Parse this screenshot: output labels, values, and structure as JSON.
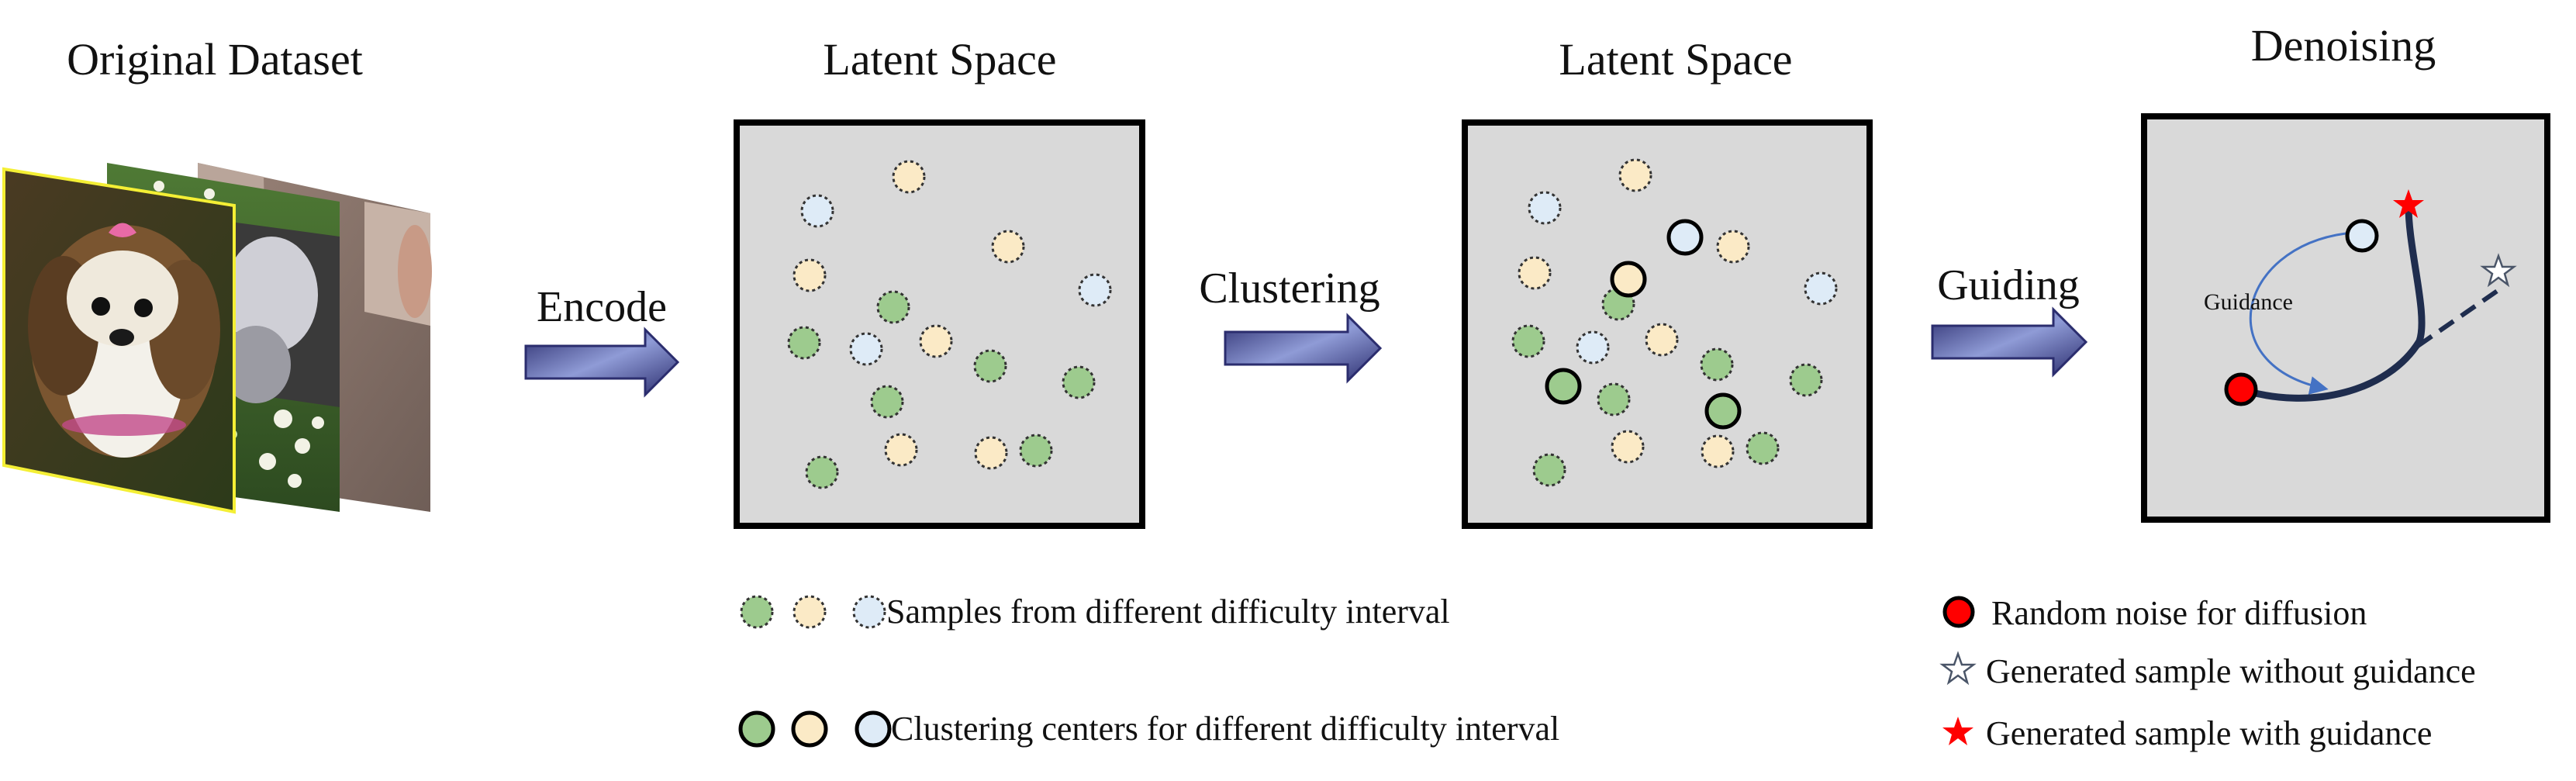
{
  "titles": {
    "original_dataset": "Original Dataset",
    "latent_space_1": "Latent Space",
    "latent_space_2": "Latent Space",
    "denoising": "Denoising"
  },
  "arrows": {
    "encode": "Encode",
    "clustering": "Clustering",
    "guiding": "Guiding"
  },
  "denoise_panel": {
    "guidance_label": "Guidance"
  },
  "legend_left": {
    "samples": "Samples from different difficulty interval",
    "centers": "Clustering centers for different difficulty interval"
  },
  "legend_right": {
    "noise": "Random noise for diffusion",
    "without_guidance": "Generated sample without guidance",
    "with_guidance": "Generated sample with guidance"
  },
  "colors": {
    "green": "#9dcb8e",
    "yellow": "#fbeac6",
    "blue": "#deebf7",
    "panel_bg": "#d9d9d9",
    "arrow_dark": "#2b2d6e",
    "arrow_light": "#8f9bd6",
    "noise_red": "#ff0000",
    "curve": "#1f2d4e"
  },
  "icons": {
    "star_filled": "red-star-icon",
    "star_outline": "outline-star-icon"
  }
}
